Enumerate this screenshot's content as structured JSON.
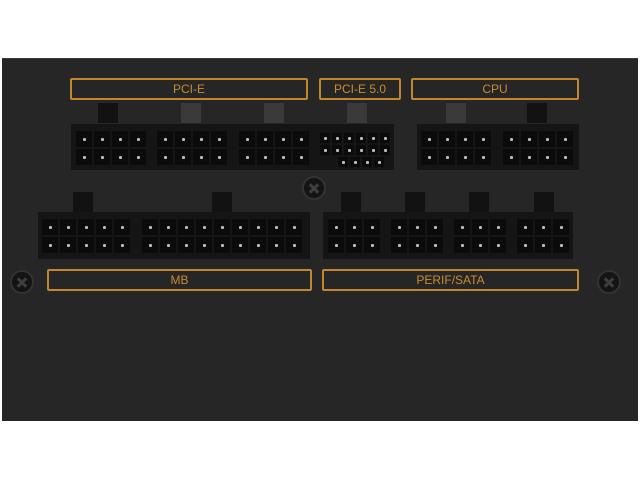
{
  "labels": {
    "pcie": "PCI-E",
    "pcie5": "PCI-E 5.0",
    "cpu": "CPU",
    "mb": "MB",
    "perif": "PERIF/SATA"
  },
  "colors": {
    "label": "#c98c30",
    "panel": "#262626"
  }
}
